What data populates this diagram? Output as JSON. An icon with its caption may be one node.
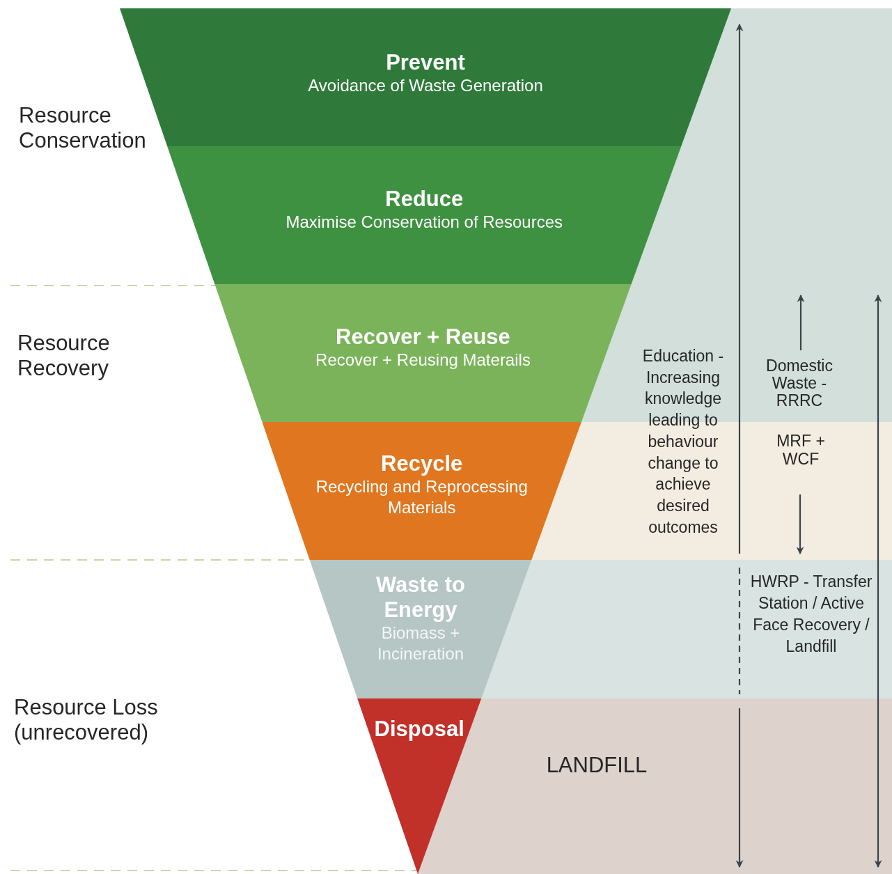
{
  "diagram": {
    "nodes": [
      {
        "text": [
          "Prevent",
          "Avoidance of Waste Generation"
        ]
      },
      {
        "text": [
          "Reduce",
          "Maximise Conservation of Resources"
        ]
      },
      {
        "text": [
          "Recover + Reuse",
          "Recover + Reusing Materails"
        ]
      },
      {
        "text": [
          "Recycle",
          "Recycling and Reprocessing Materials"
        ]
      },
      {
        "text": [
          "Waste to Energy",
          "Biomass + Incineration"
        ]
      },
      {
        "text": [
          "Disposal"
        ]
      }
    ],
    "labels": [
      "Resource Conservation",
      "Resource Recovery",
      "Education - Increasing knowledge leading to behaviour change to achieve desired outcomes",
      "Domestic Waste - RRRC",
      "MRF + WCF",
      "HWRP - Transfer Station / Active Face Recovery / Landfill",
      "Resource Loss (unrecovered)",
      "LANDFILL"
    ]
  }
}
